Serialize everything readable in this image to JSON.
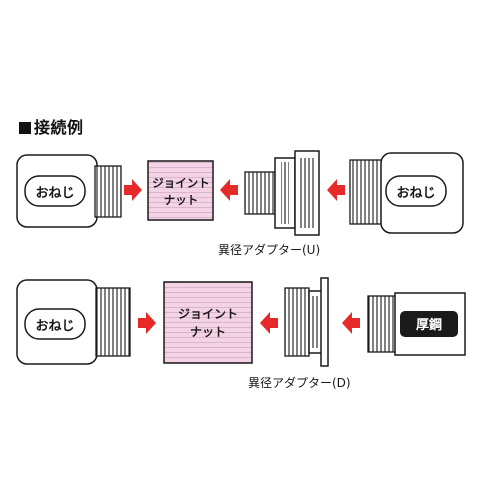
{
  "heading": "接続例",
  "row1": {
    "left_label": "おねじ",
    "joint_label": [
      "ジョイント",
      "ナット"
    ],
    "adapter_caption": "異径アダプター(U)",
    "right_label": "おねじ"
  },
  "row2": {
    "left_label": "おねじ",
    "joint_label": [
      "ジョイント",
      "ナット"
    ],
    "adapter_caption": "異径アダプター(D)",
    "right_label": "厚鋼"
  },
  "colors": {
    "pink": "#f5d3e6",
    "arrow": "#e62a2a",
    "line": "#1a1a1a",
    "label_dark": "#1a1a1a"
  }
}
